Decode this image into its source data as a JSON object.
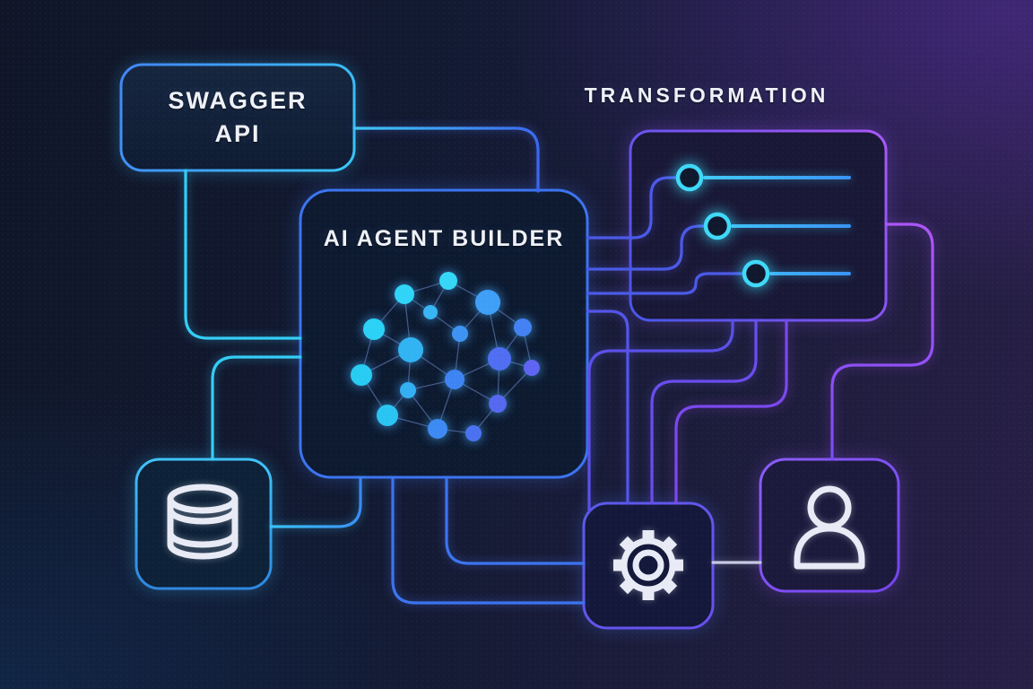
{
  "diagram": {
    "swagger": {
      "line1": "SWAGGER",
      "line2": "API"
    },
    "ai_builder": {
      "title": "AI AGENT BUILDER"
    },
    "transformation": {
      "title": "TRANSFORMATION",
      "sliders": [
        {
          "name": "slider-1",
          "value_pct": 23
        },
        {
          "name": "slider-2",
          "value_pct": 34
        },
        {
          "name": "slider-3",
          "value_pct": 49
        }
      ]
    },
    "database": {
      "icon": "database-icon"
    },
    "settings": {
      "icon": "gear-icon"
    },
    "user": {
      "icon": "user-icon"
    },
    "colors": {
      "background_left": "#121a32",
      "background_right": "#281f46",
      "cyan_accent": "#38c8f7",
      "blue_accent": "#3b74f0",
      "indigo_accent": "#4a5ae8",
      "purple_accent": "#a855f7",
      "track_cyan": "#3fd9f7",
      "icon_stroke": "#e8ebf5"
    }
  }
}
